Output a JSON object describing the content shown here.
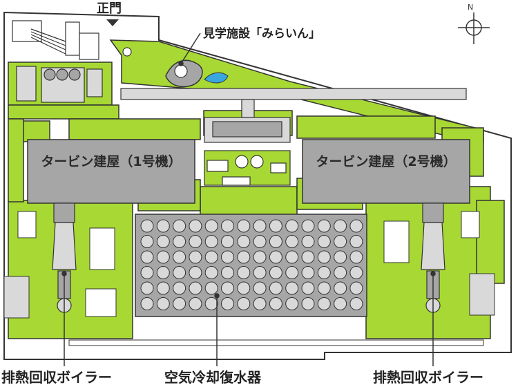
{
  "labels": {
    "main_gate": "正門",
    "visitor_center": "見学施設「みらいん」",
    "turbine_building_1": "タービン建屋（1号機）",
    "turbine_building_2": "タービン建屋（2号機）",
    "heat_recovery_boiler_left": "排熱回収ボイラー",
    "air_cooled_condenser": "空気冷却復水器",
    "heat_recovery_boiler_right": "排熱回収ボイラー"
  },
  "compass": {
    "north_label": "N"
  },
  "colors": {
    "green": "#a7d833",
    "outline": "#333333",
    "building_gray": "#a6a6a6",
    "light_gray": "#d9d9d9",
    "water_blue": "#3aa6e0"
  }
}
